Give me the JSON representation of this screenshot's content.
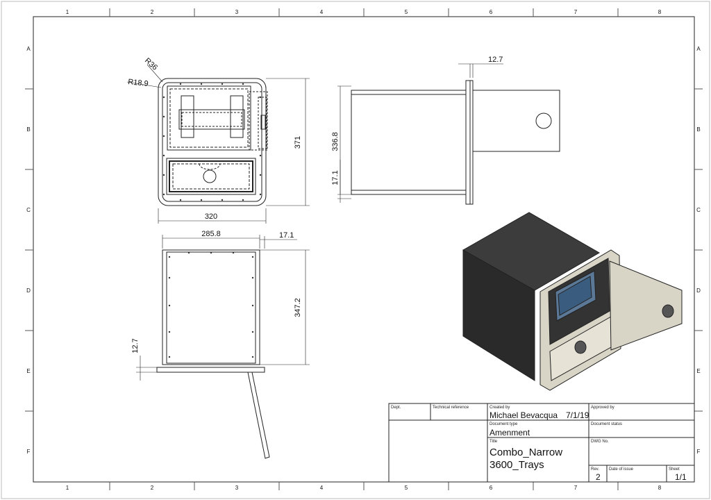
{
  "zones": {
    "cols": [
      "1",
      "2",
      "3",
      "4",
      "5",
      "6",
      "7",
      "8"
    ],
    "rows": [
      "A",
      "B",
      "C",
      "D",
      "E",
      "F"
    ]
  },
  "dimensions": {
    "r36": "R36",
    "r18_9": "R18.9",
    "d371": "371",
    "d320": "320",
    "d12_7_top": "12.7",
    "d336_8": "336.8",
    "d17_1_side": "17.1",
    "d285_8": "285.8",
    "d17_1_bottom": "17.1",
    "d347_2": "347.2",
    "d12_7_left": "12.7"
  },
  "title_block": {
    "dept_label": "Dept.",
    "techref_label": "Technical reference",
    "created_label": "Created by",
    "created_value": "Michael Bevacqua",
    "created_date": "7/1/19",
    "approved_label": "Approved by",
    "doctype_label": "Document type",
    "doctype_value": "Amenment",
    "docstatus_label": "Document status",
    "title_label": "Title",
    "title_line1": "Combo_Narrow",
    "title_line2": "3600_Trays",
    "dwgno_label": "DWG No.",
    "rev_label": "Rev.",
    "rev_value": "2",
    "issue_label": "Date of issue",
    "sheet_label": "Sheet",
    "sheet_value": "1/1"
  }
}
